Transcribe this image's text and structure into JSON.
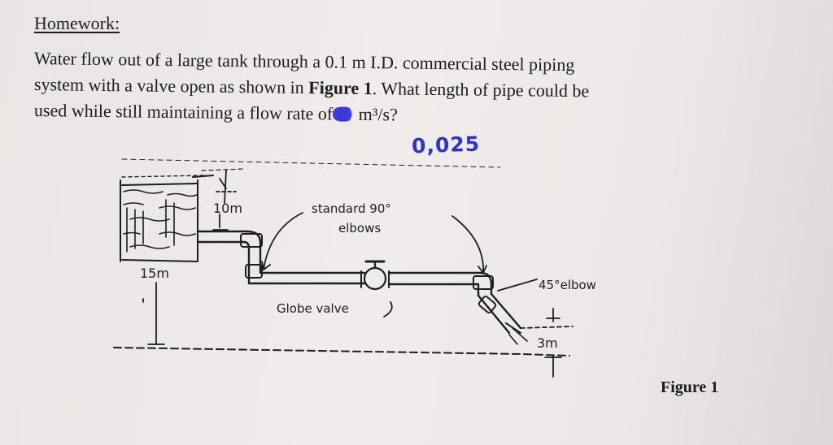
{
  "heading": "Homework:",
  "problem": {
    "line1": "Water flow out of a large tank through a 0.1 m I.D. commercial steel piping",
    "line2_a": "system with a valve open as shown in ",
    "line2_bold": "Figure 1",
    "line2_b": ". What length of pipe could be",
    "line3_a": "used while still maintaining a flow rate of",
    "line3_b": " m³/s?"
  },
  "handwritten_flow_rate": "0,025",
  "figure": {
    "label_10m": "10m",
    "label_15m": "15m",
    "label_3m": "3m",
    "label_elbows_line1": "standard 90°",
    "label_elbows_line2": "elbows",
    "label_globe_valve": "Globe valve",
    "label_45_elbow": "45°elbow",
    "caption": "Figure 1"
  },
  "colors": {
    "ink": "#1e1e1e",
    "handwriting_blue": "#2b35c9",
    "paper": "#ece8e7"
  }
}
